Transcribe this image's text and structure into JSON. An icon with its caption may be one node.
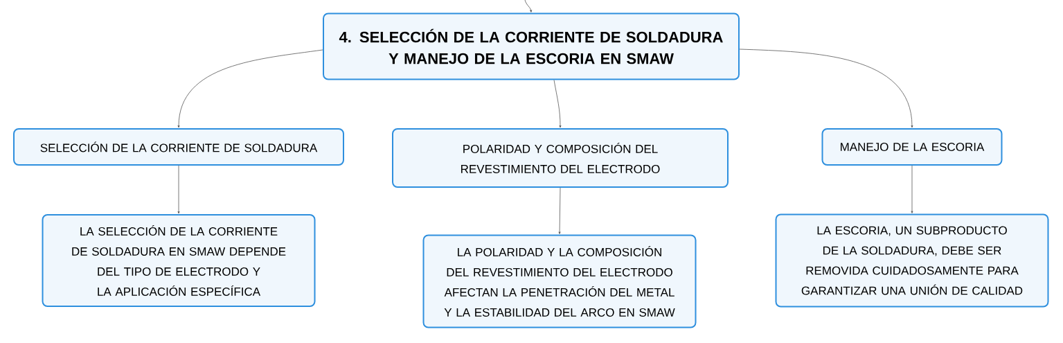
{
  "diagram": {
    "nodes": [
      {
        "text": [
          "4. SELECCIÓN DE LA CORRIENTE DE SOLDADURA Y MANEJO DE LA ESCORIA EN SMAW"
        ]
      },
      {
        "text": [
          "SELECCIÓN DE LA CORRIENTE DE SOLDADURA"
        ]
      },
      {
        "text": [
          "POLARIDAD Y COMPOSICIÓN DEL REVESTIMIENTO DEL ELECTRODO"
        ]
      },
      {
        "text": [
          "MANEJO DE LA ESCORIA"
        ]
      },
      {
        "text": [
          "LA SELECCIÓN DE LA CORRIENTE DE SOLDADURA EN SMAW DEPENDE DEL TIPO DE ELECTRODO Y LA APLICACIÓN ESPECÍFICA"
        ]
      },
      {
        "text": [
          "LA POLARIDAD Y LA COMPOSICIÓN DEL REVESTIMIENTO DEL ELECTRODO AFECTAN LA PENETRACIÓN DEL METAL Y LA ESTABILIDAD DEL ARCO EN SMAW"
        ]
      },
      {
        "text": [
          "LA ESCORIA, UN SUBPRODUCTO DE LA SOLDADURA, DEBE SER REMOVIDA CUIDADOSAMENTE PARA GARANTIZAR UNA UNIÓN DE CALIDAD"
        ]
      }
    ],
    "edges": [
      {
        "from": null,
        "to": 0,
        "arrow": "to"
      },
      {
        "from": 0,
        "to": 1,
        "arrow": "to"
      },
      {
        "from": 0,
        "to": 2,
        "arrow": "to"
      },
      {
        "from": 0,
        "to": 3,
        "arrow": "to"
      },
      {
        "from": 1,
        "to": 4,
        "arrow": "to"
      },
      {
        "from": 2,
        "to": 5,
        "arrow": "to"
      },
      {
        "from": 3,
        "to": 6,
        "arrow": "to"
      }
    ]
  }
}
